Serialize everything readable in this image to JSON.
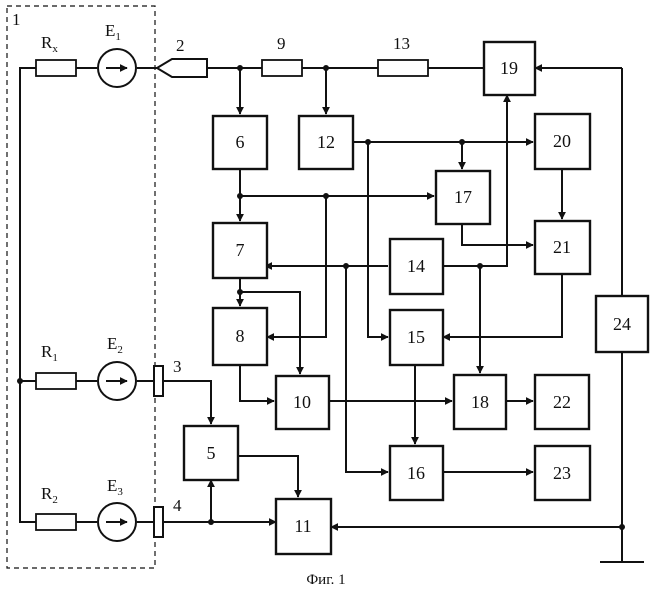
{
  "figure": {
    "caption": "Фиг. 1",
    "frame_label": "1",
    "sources": [
      {
        "resistor": "R",
        "resistor_sub": "x",
        "emf": "E",
        "emf_sub": "1",
        "terminal": "2"
      },
      {
        "resistor": "R",
        "resistor_sub": "1",
        "emf": "E",
        "emf_sub": "2",
        "terminal": "3"
      },
      {
        "resistor": "R",
        "resistor_sub": "2",
        "emf": "E",
        "emf_sub": "3",
        "terminal": "4"
      }
    ],
    "series_labels": {
      "r9": "9",
      "r13": "13"
    },
    "blocks": {
      "b5": "5",
      "b6": "6",
      "b7": "7",
      "b8": "8",
      "b10": "10",
      "b11": "11",
      "b12": "12",
      "b14": "14",
      "b15": "15",
      "b16": "16",
      "b17": "17",
      "b18": "18",
      "b19": "19",
      "b20": "20",
      "b21": "21",
      "b22": "22",
      "b23": "23",
      "b24": "24"
    }
  }
}
